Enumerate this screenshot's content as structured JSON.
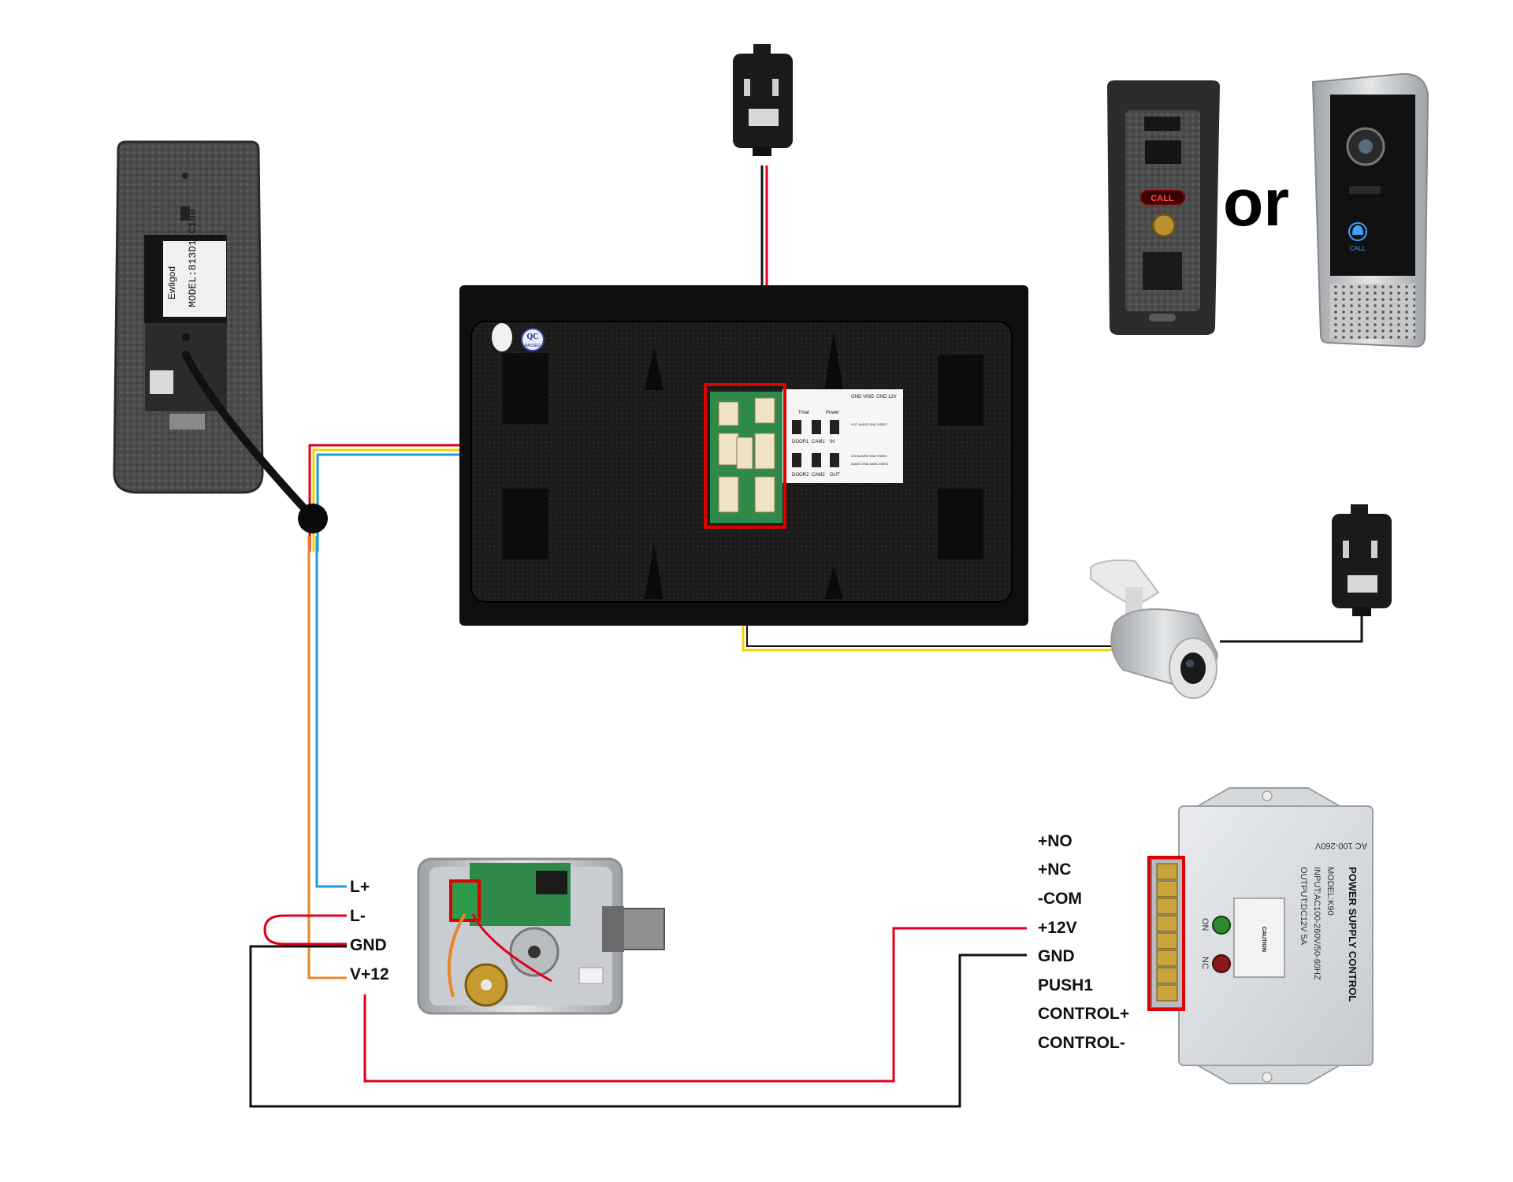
{
  "separator_text": "or",
  "monitor": {
    "qc_sticker_line1": "QC",
    "qc_sticker_line2": "PASSED",
    "port_labels": [
      "Tmat",
      "Power",
      "DOOR1",
      "CAM1",
      "IN",
      "DOOR2",
      "CAM2",
      "OUT"
    ],
    "pin_labels": [
      "GND V065",
      "GND 12V",
      "VCC AUDIO GND VIDEO",
      "12V ALARM GND VIDEO",
      "AUDIO GND DATA VIDEO"
    ]
  },
  "doorbell_back": {
    "label_text": "MODEL:813D1-C180",
    "label_brand": "Ewligod"
  },
  "doorbell_option_1": {
    "button_text": "CALL"
  },
  "doorbell_option_2": {
    "button_text": "CALL"
  },
  "lock_terminals": [
    "L+",
    "L-",
    "GND",
    "V+12"
  ],
  "psu_terminals": [
    "+NO",
    "+NC",
    "-COM",
    "+12V",
    "GND",
    "PUSH1",
    "CONTROL+",
    "CONTROL-"
  ],
  "psu": {
    "title": "POWER SUPPLY CONTROL",
    "model": "MODEL:K90",
    "input": "INPUT:AC100-260V/50-60HZ",
    "output": "OUTPUT:DC12V 5A",
    "top_label": "AC 100-260V",
    "led_on": "ON",
    "led_nc": "NC",
    "caution": "CAUTION"
  },
  "wire_colors": {
    "red": "#e0001b",
    "blue": "#1c9be0",
    "yellow": "#f2d200",
    "orange": "#e8862a",
    "black": "#111111",
    "highlight_red": "#e00000"
  },
  "icons": [
    "adapter-plug-icon",
    "camera-lens-icon",
    "bell-icon",
    "screw-terminal-icon"
  ]
}
